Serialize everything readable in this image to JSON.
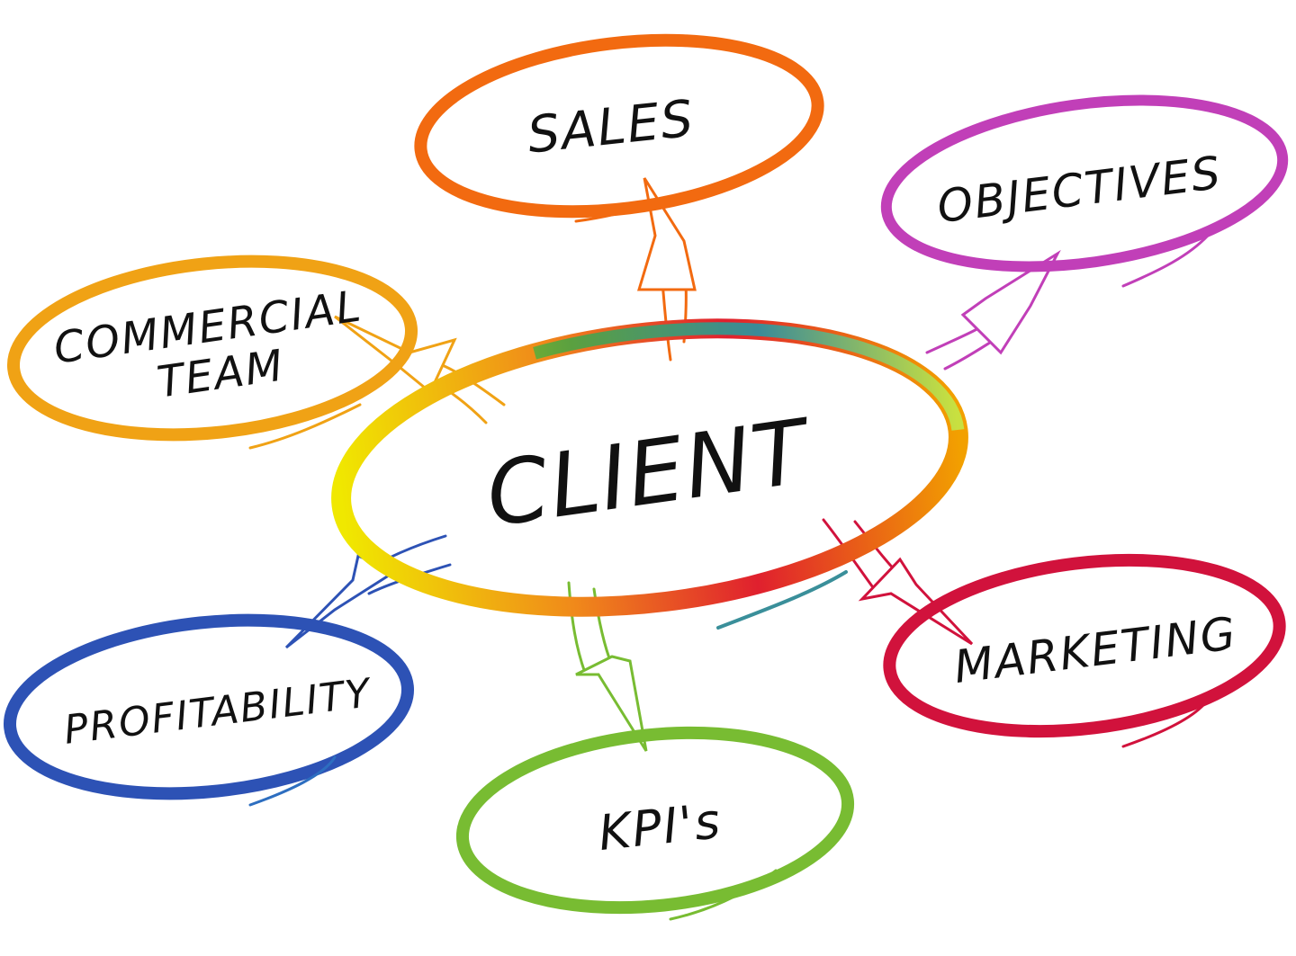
{
  "diagram": {
    "center": {
      "label": "CLIENT"
    },
    "nodes": [
      {
        "id": "sales",
        "label": "SALES",
        "color": "#f26a10"
      },
      {
        "id": "objectives",
        "label": "OBJECTIVES",
        "color": "#c13fb8"
      },
      {
        "id": "commercial-team",
        "label": "COMMERCIAL",
        "label2": "TEAM",
        "color": "#f0a215"
      },
      {
        "id": "profitability",
        "label": "PROFITABILITY",
        "color": "#2d52b5"
      },
      {
        "id": "kpis",
        "label": "KPI's",
        "color": "#78bc32"
      },
      {
        "id": "marketing",
        "label": "MARKETING",
        "color": "#d1123c"
      }
    ]
  }
}
